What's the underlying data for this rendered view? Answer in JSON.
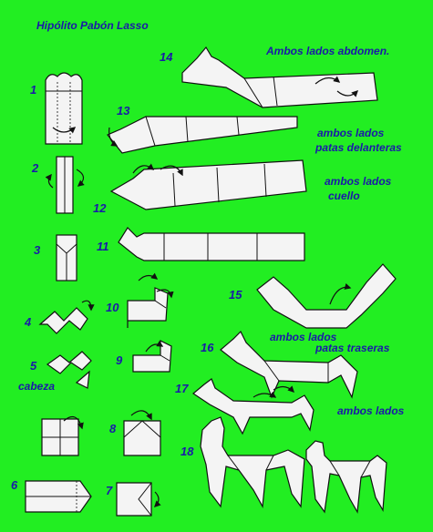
{
  "title": "Hipólito Pabón Lasso",
  "steps": {
    "s1": "1",
    "s2": "2",
    "s3": "3",
    "s4": "4",
    "s5": "5",
    "s6": "6",
    "s7": "7",
    "s8": "8",
    "s9": "9",
    "s10": "10",
    "s11": "11",
    "s12": "12",
    "s13": "13",
    "s14": "14",
    "s15": "15",
    "s16": "16",
    "s17": "17",
    "s18": "18"
  },
  "notes": {
    "abdomen": "Ambos lados abdomen.",
    "patas_del_1": "ambos lados",
    "patas_del_2": "patas delanteras",
    "cuello_1": "ambos lados",
    "cuello_2": "cuello",
    "patas_tras_1": "ambos lados",
    "patas_tras_2": "patas traseras",
    "ambos_lados": "ambos lados",
    "cabeza": "cabeza"
  },
  "colors": {
    "background": "#22ee22",
    "label": "#1a1aa8",
    "paper": "#f4f4f4",
    "ink": "#111111"
  }
}
